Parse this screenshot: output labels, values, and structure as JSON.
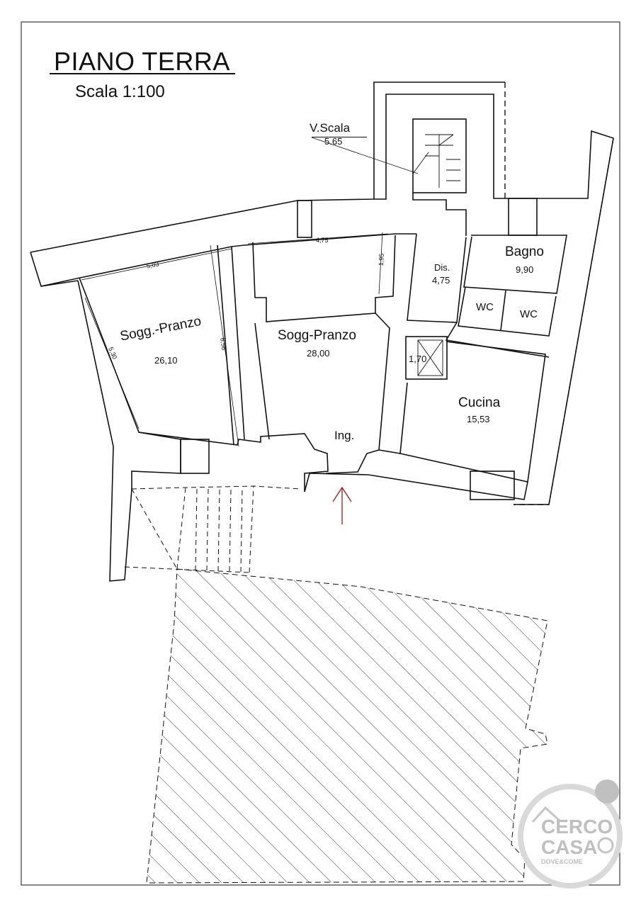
{
  "header": {
    "title": "PIANO TERRA",
    "scale": "Scala 1:100"
  },
  "rooms": [
    {
      "name": "Sogg.-Pranzo",
      "area": "26,10"
    },
    {
      "name": "Sogg-Pranzo",
      "area": "28,00"
    },
    {
      "name": "Dis.",
      "area": "4,75"
    },
    {
      "name": "Bagno",
      "area": "9,90"
    },
    {
      "name": "WC"
    },
    {
      "name": "WC"
    },
    {
      "name": "Cucina",
      "area": "15,53"
    }
  ],
  "stair": {
    "name": "V.Scala",
    "area": "5.65"
  },
  "lift_area": "1,70",
  "entrance": {
    "label": "Ing."
  },
  "dimensions": {
    "left_room_width": "5,03",
    "left_room_depth_left": "5,30",
    "left_room_depth_right": "6,56",
    "alcove_width": "4,75",
    "alcove_depth": "1,95"
  },
  "colors": {
    "walls": "#111111",
    "entrance_arrow": "#9b1b1b",
    "watermark": "#bfbfbf"
  },
  "watermark": {
    "line1": "CERCO",
    "line2": "CASA",
    "tagline": "DOVE&COME"
  }
}
